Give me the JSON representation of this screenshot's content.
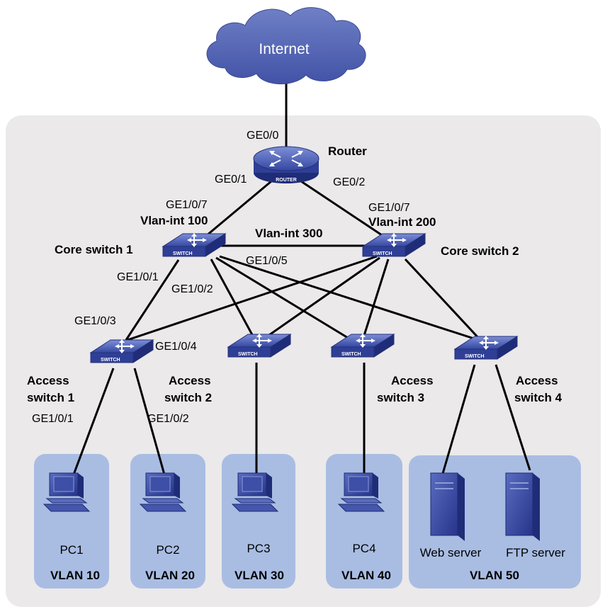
{
  "internet": {
    "label": "Internet"
  },
  "router": {
    "label": "Router",
    "badge": "ROUTER"
  },
  "switch_badge": "SWITCH",
  "core_switches": [
    {
      "label": "Core switch 1",
      "vlan_int": "Vlan-int 100",
      "port": "GE1/0/7"
    },
    {
      "label": "Core switch 2",
      "vlan_int": "Vlan-int 200",
      "port": "GE1/0/7"
    }
  ],
  "core_link": {
    "vlan_int": "Vlan-int 300"
  },
  "router_ports": {
    "ge00": "GE0/0",
    "ge01": "GE0/1",
    "ge02": "GE0/2"
  },
  "core1_ports": {
    "p1": "GE1/0/1",
    "p2": "GE1/0/2",
    "p5": "GE1/0/5"
  },
  "access_ports": {
    "p3": "GE1/0/3",
    "p4": "GE1/0/4",
    "p_pc1": "GE1/0/1",
    "p_pc2": "GE1/0/2"
  },
  "access_switches": [
    {
      "line1": "Access",
      "line2": "switch 1"
    },
    {
      "line1": "Access",
      "line2": "switch 2"
    },
    {
      "line1": "Access",
      "line2": "switch 3"
    },
    {
      "line1": "Access",
      "line2": "switch 4"
    }
  ],
  "hosts": [
    "PC1",
    "PC2",
    "PC3",
    "PC4",
    "Web server",
    "FTP server"
  ],
  "vlans": [
    "VLAN 10",
    "VLAN 20",
    "VLAN 30",
    "VLAN 40",
    "VLAN 50"
  ],
  "colors": {
    "cloud": "#5566b2",
    "group_bg": "#ebe9ea",
    "vlan_bg": "#a9bde3",
    "device": "#3a4faa"
  }
}
